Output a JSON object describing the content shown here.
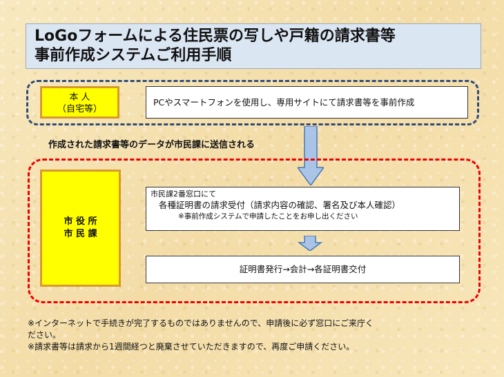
{
  "title": {
    "line1": "LoGoフォームによる住民票の写しや戸籍の請求書等",
    "line2": "事前作成システムご利用手順"
  },
  "step1": {
    "actor_line1": "本 人",
    "actor_line2": "（自宅等）",
    "description": "PCやスマートフォンを使用し、専用サイトにて請求書等を事前作成"
  },
  "transfer_text": "作成された請求書等のデータが市民課に送信される",
  "step2": {
    "actor_line1": "市 役 所",
    "actor_line2": "市 民 課",
    "window_text": "市民課2番窓口にて",
    "reception_text": "各種証明書の請求受付（請求内容の確認、署名及び本人確認）",
    "note_text": "※事前作成システムで申請したことをお申し出ください",
    "issue_text": "証明書発行→会計→各証明書交付"
  },
  "notes": {
    "line1": "※インターネットで手続きが完了するものではありませんので、申請後に必ず窓口にご来庁く",
    "line2": "ださい。",
    "line3": "※請求書等は請求から1週間経つと廃棄させていただきますので、再度ご申請ください。"
  },
  "colors": {
    "title_bg": "#dbe6f3",
    "actor_bg": "#ffff00",
    "actor_border": "#d79a2a",
    "zone1_border": "#2f4a78",
    "zone2_border": "#ee0000",
    "arrow_fill": "#a9c4e6",
    "arrow_stroke": "#4a78b4"
  }
}
